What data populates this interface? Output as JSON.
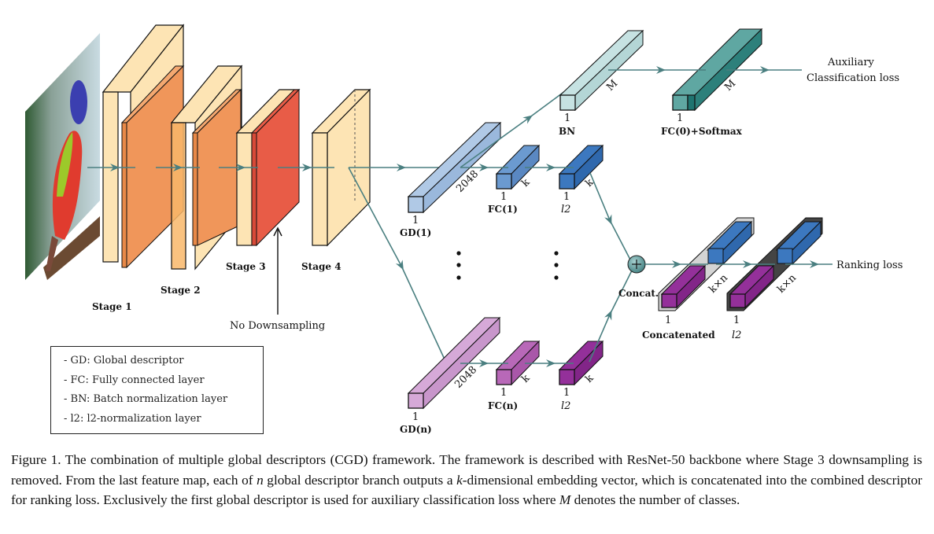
{
  "figure": {
    "stages": [
      "Stage 1",
      "Stage 2",
      "Stage 3",
      "Stage 4"
    ],
    "no_downsampling_label": "No Downsampling",
    "branches": {
      "first": {
        "gd_label": "GD(1)",
        "gd_dim": "2048",
        "gd_depth": "1",
        "fc_label": "FC(1)",
        "fc_dim": "k",
        "fc_depth": "1",
        "l2_label": "l2",
        "l2_dim": "k",
        "l2_depth": "1"
      },
      "last": {
        "gd_label": "GD(n)",
        "gd_dim": "2048",
        "gd_depth": "1",
        "fc_label": "FC(n)",
        "fc_dim": "k",
        "fc_depth": "1",
        "l2_label": "l2",
        "l2_dim": "k",
        "l2_depth": "1"
      }
    },
    "auxiliary": {
      "bn_label": "BN",
      "bn_dim": "M",
      "bn_depth": "1",
      "fc_label": "FC(0)+Softmax",
      "fc_dim": "M",
      "fc_depth": "1",
      "loss_line1": "Auxiliary",
      "loss_line2": "Classification loss"
    },
    "ranking": {
      "concat_op_label": "Concat.",
      "concat_label": "Concatenated",
      "concat_dim": "k×n",
      "concat_depth": "1",
      "l2_label": "l2",
      "l2_dim": "k×n",
      "l2_depth": "1",
      "loss_label": "Ranking loss"
    },
    "colors": {
      "arrow": "#4a7f80",
      "stage_frame": "#fde4b4",
      "stage_inner": "#f0965a",
      "stage3_inner": "#e85c47",
      "gd1": "#b0c9e6",
      "fc1": "#6b9ad0",
      "l21": "#3c78bf",
      "gdn": "#d6a9d8",
      "fcn": "#b868b8",
      "l2n": "#94309a",
      "bn": "#c6e2e2",
      "fc0": "#3d918c",
      "concat_frame": "#d4d4d4",
      "l2_frame": "#444444"
    }
  },
  "legend": [
    {
      "key": "GD",
      "text": "- GD: Global descriptor"
    },
    {
      "key": "FC",
      "text": "- FC: Fully connected layer"
    },
    {
      "key": "BN",
      "text": "- BN: Batch normalization layer"
    },
    {
      "key": "l2",
      "text": "- l2: l2-normalization layer"
    }
  ],
  "caption": {
    "prefix": "Figure 1. The combination of multiple global descriptors (CGD) framework. The framework is described with ResNet-50 backbone where Stage 3 downsampling is removed.  From the last feature map, each of ",
    "var_n": "n",
    "mid1": " global descriptor branch outputs a ",
    "var_k": "k",
    "mid2": "-dimensional embedding vector, which is concatenated into the combined descriptor for ranking loss.  Exclusively the first global descriptor is used for auxiliary classification loss where ",
    "var_M": "M",
    "suffix": " denotes the number of classes."
  }
}
